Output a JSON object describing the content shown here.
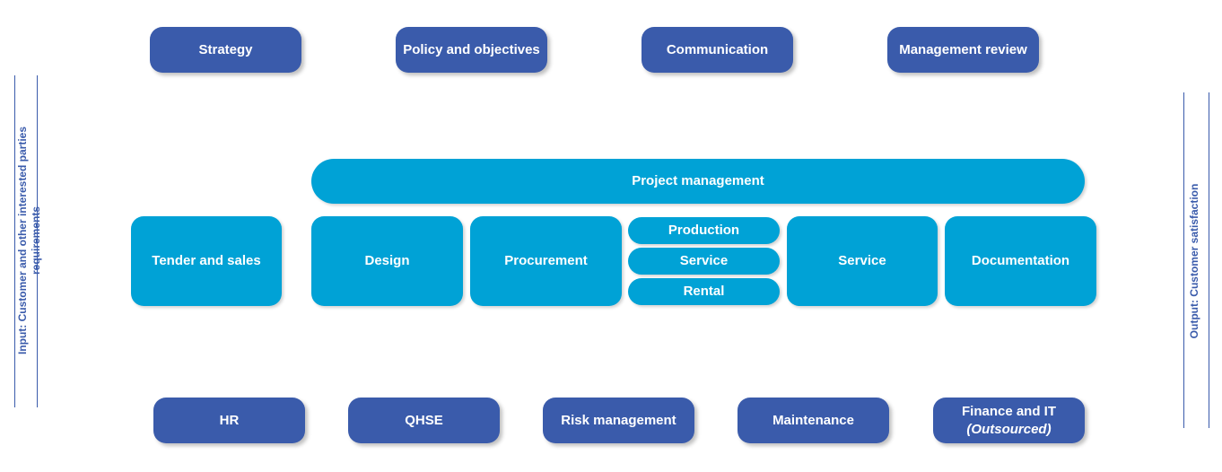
{
  "management": {
    "strategy": "Strategy",
    "policy": "Policy and objectives",
    "communication": "Communication",
    "review": "Management review"
  },
  "core": {
    "project_management": "Project management",
    "tender": "Tender and sales",
    "design": "Design",
    "procurement": "Procurement",
    "production": "Production",
    "service_small": "Service",
    "rental": "Rental",
    "service": "Service",
    "documentation": "Documentation"
  },
  "support": {
    "hr": "HR",
    "qhse": "QHSE",
    "risk": "Risk management",
    "maintenance": "Maintenance",
    "finance": "Finance and IT",
    "finance_note": "(Outsourced)"
  },
  "sides": {
    "input_line1": "Input: Customer and other interested parties",
    "input_line2": "requirements",
    "output": "Output: Customer satisfaction"
  },
  "colors": {
    "management": "#3a5bab",
    "core": "#00a2d6"
  }
}
